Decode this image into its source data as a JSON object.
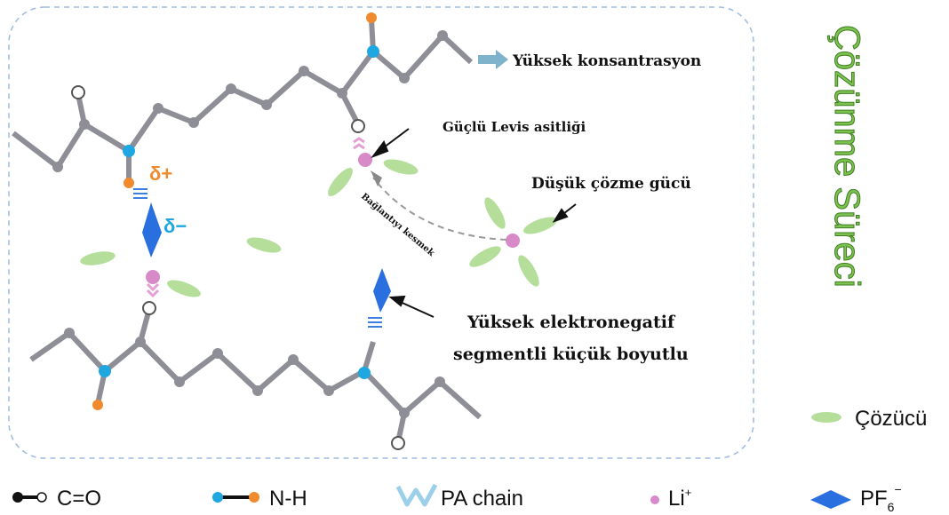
{
  "title": "Çözünme Süreci",
  "labels": {
    "high_concentration": "Yüksek konsantrasyon",
    "strong_lewis": "Güçlü Levis asitliği",
    "low_solvation": "Düşük çözme gücü",
    "disconnect": "Bağlantıyı kesmek",
    "electroneg_line1": "Yüksek elektronegatif",
    "electroneg_line2": "segmentli küçük boyutlu",
    "delta_plus": "δ+",
    "delta_minus": "δ−",
    "solvent": "Çözücü"
  },
  "legend": [
    {
      "icon": "c-o-bond-icon",
      "label": "C=O"
    },
    {
      "icon": "n-h-bond-icon",
      "label": "N-H"
    },
    {
      "icon": "pa-chain-icon",
      "label": "PA chain"
    },
    {
      "icon": "li-ion-icon",
      "label": "Li",
      "sup": "+"
    },
    {
      "icon": "pf6-anion-icon",
      "label": "PF",
      "sub": "6",
      "sup": "−"
    }
  ],
  "colors": {
    "chain": "#8e8e96",
    "nitrogen": "#1ea7e1",
    "hydrogen": "#f08a2c",
    "lithium": "#d889c8",
    "solvent": "#a8d98a",
    "anion": "#2a6fe0",
    "title": "#5aa832",
    "arrow": "#7fb3cc"
  }
}
